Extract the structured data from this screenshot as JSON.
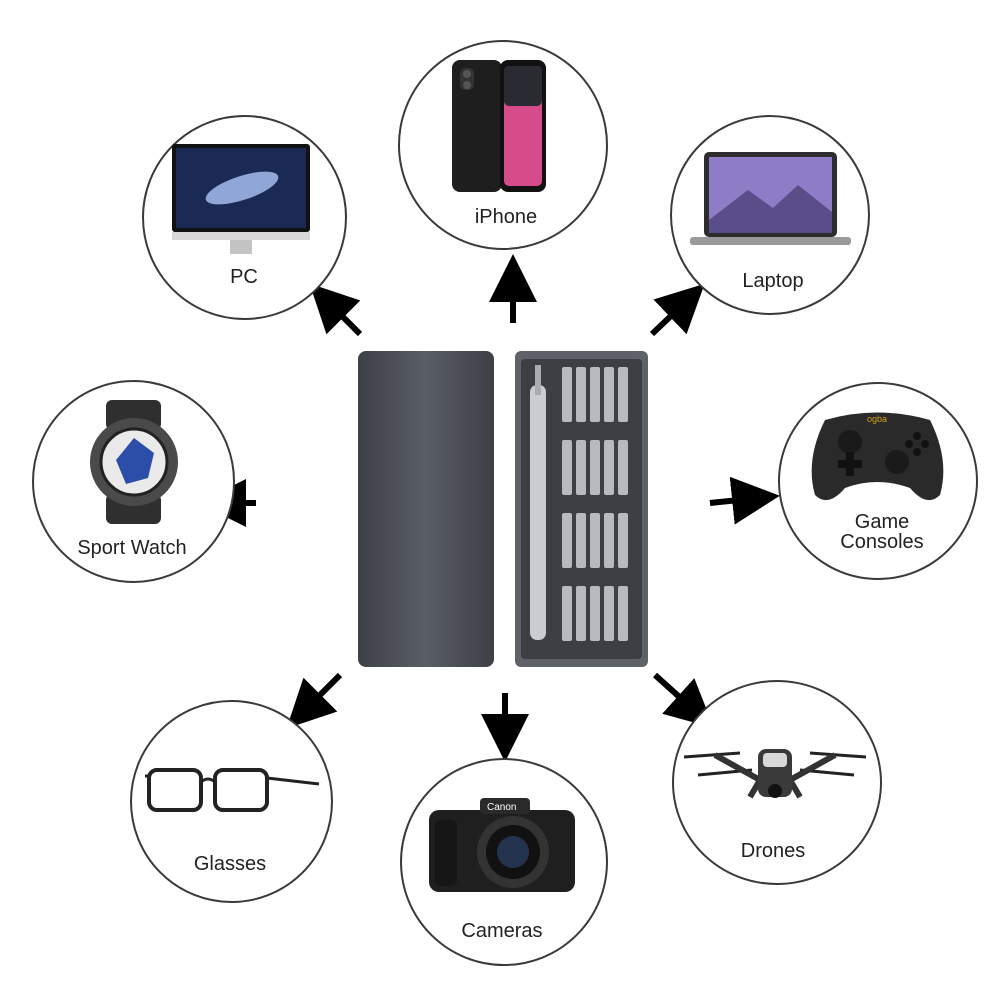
{
  "devices": {
    "iphone": {
      "label": "iPhone"
    },
    "pc": {
      "label": "PC"
    },
    "laptop": {
      "label": "Laptop"
    },
    "watch": {
      "label": "Sport Watch"
    },
    "consoles": {
      "label_line1": "Game",
      "label_line2": "Consoles",
      "logo_text": "ogba"
    },
    "glasses": {
      "label": "Glasses"
    },
    "cameras": {
      "label": "Cameras",
      "brand_text": "Canon"
    },
    "drones": {
      "label": "Drones"
    }
  },
  "colors": {
    "circle_stroke": "#3a3a3a",
    "arrow": "#000000",
    "case_dark": "#4b4f55",
    "case_open": "#8a8e94"
  }
}
